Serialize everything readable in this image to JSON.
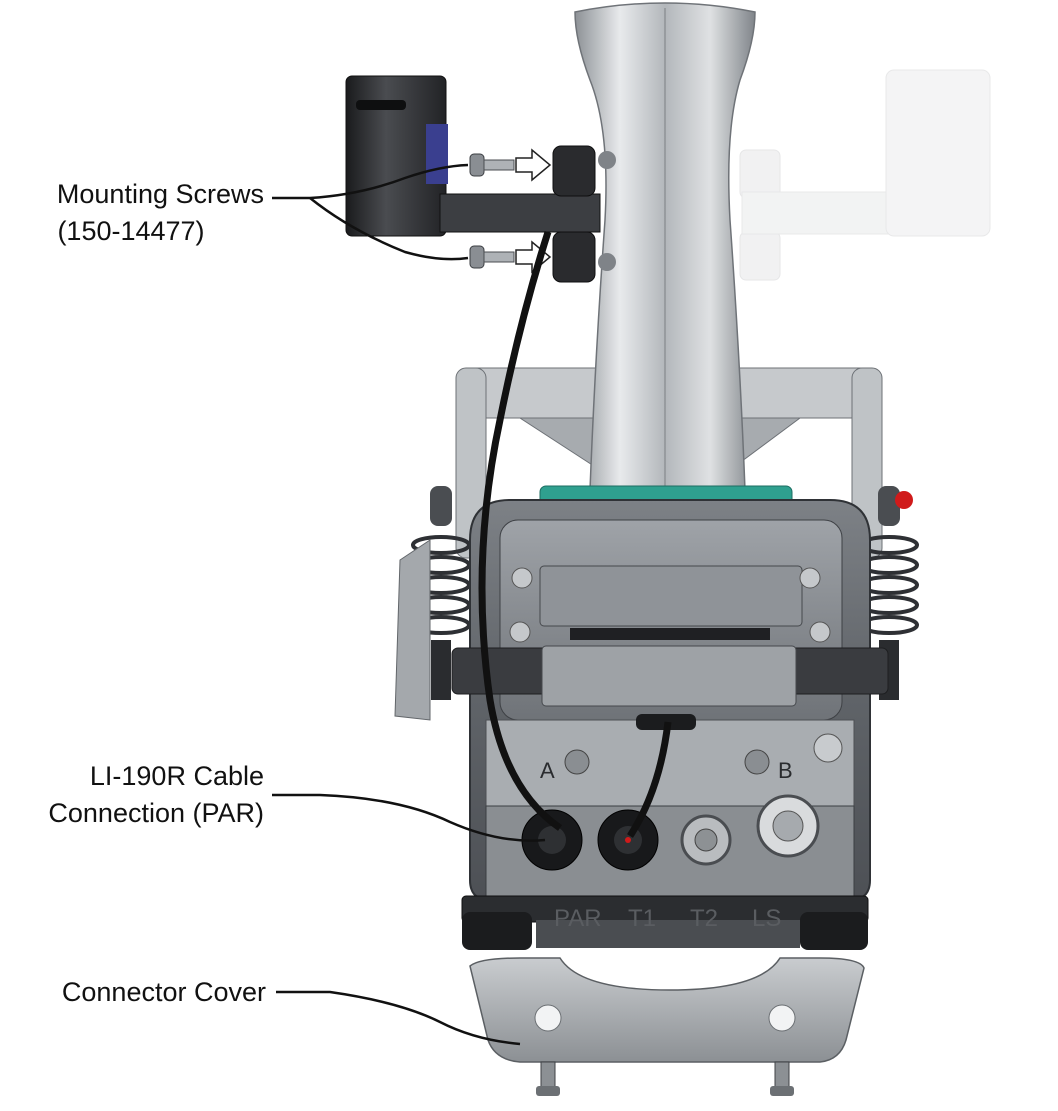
{
  "callouts": {
    "mounting_screws": {
      "line1": "Mounting Screws",
      "line2": "(150-14477)"
    },
    "cable_connection": {
      "line1": "LI-190R Cable",
      "line2": "Connection (PAR)"
    },
    "connector_cover": {
      "line1": "Connector Cover"
    }
  },
  "port_labels": {
    "par": "PAR",
    "t1": "T1",
    "t2": "T2",
    "ls": "LS",
    "a": "A",
    "b": "B"
  },
  "colors": {
    "teal_ring": "#2fa08f",
    "sensor_blue": "#3a3f8f",
    "red_knob": "#d01a1a",
    "metal": "#b8bcc0"
  }
}
